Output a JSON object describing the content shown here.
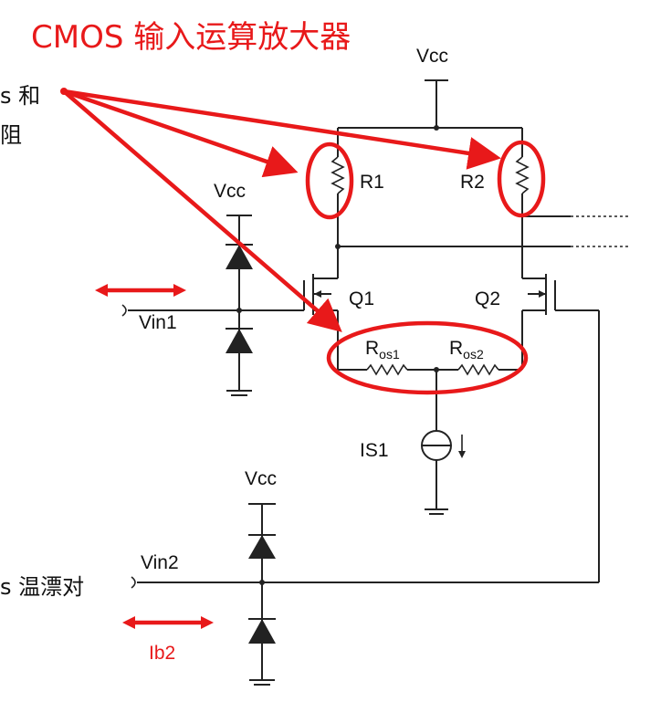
{
  "title": "CMOS 输入运算放大器",
  "side_text": {
    "line1": "s 和",
    "line2": "阻",
    "line3": "s 温漂对"
  },
  "labels": {
    "vcc_top": "Vcc",
    "vcc_left": "Vcc",
    "vcc_bottom": "Vcc",
    "r1": "R1",
    "r2": "R2",
    "q1": "Q1",
    "q2": "Q2",
    "ros1_main": "R",
    "ros1_sub": "os1",
    "ros2_main": "R",
    "ros2_sub": "os2",
    "is1": "IS1",
    "vin1": "Vin1",
    "vin2": "Vin2",
    "ib2": "Ib2"
  },
  "colors": {
    "annotation": "#e8191a",
    "wire": "#222222"
  }
}
